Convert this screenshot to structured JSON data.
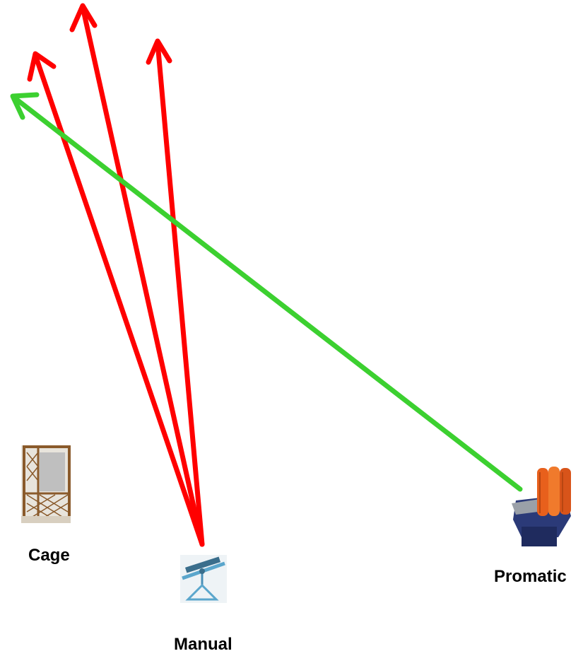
{
  "labels": {
    "cage": "Cage",
    "manual": "Manual",
    "promatic": "Promatic"
  },
  "colors": {
    "red_arrow": "#ff0000",
    "green_arrow": "#3cd030",
    "cage_wood": "#8a5a2b",
    "manual_trap": "#5aa6cc",
    "promatic_orange": "#e8601c",
    "promatic_base": "#2b3a78"
  },
  "icons": {
    "cage": "lattice-cage-icon",
    "manual": "manual-trap-icon",
    "promatic": "promatic-machine-icon"
  }
}
